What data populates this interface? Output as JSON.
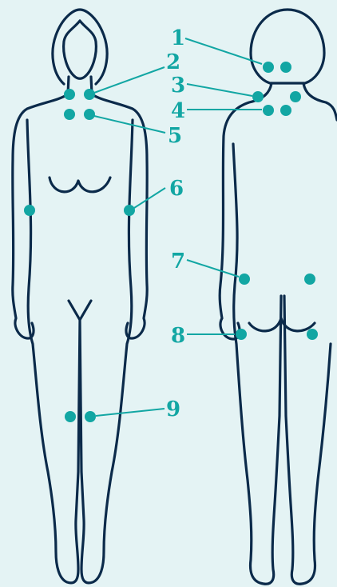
{
  "labels": {
    "l1": "1",
    "l2": "2",
    "l3": "3",
    "l4": "4",
    "l5": "5",
    "l6": "6",
    "l7": "7",
    "l8": "8",
    "l9": "9"
  },
  "colors": {
    "background": "#e4f3f4",
    "outline": "#0b2a4a",
    "accent": "#12a6a3"
  }
}
